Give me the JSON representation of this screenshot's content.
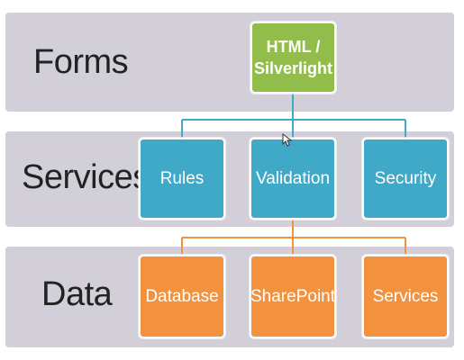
{
  "layers": [
    {
      "label": "Forms"
    },
    {
      "label": "Services"
    },
    {
      "label": "Data"
    }
  ],
  "forms": {
    "node": {
      "line1": "HTML /",
      "line2": "Silverlight"
    }
  },
  "services": {
    "nodes": [
      "Rules",
      "Validation",
      "Security"
    ]
  },
  "data": {
    "nodes": [
      "Database",
      "SharePoint",
      "Services"
    ]
  },
  "colors": {
    "band": "#d3cfd9",
    "forms_node": "#92bd4a",
    "services_node": "#40a9c7",
    "data_node": "#f2923f",
    "forms_connector": "#40a9c7",
    "data_connector": "#f2923f"
  },
  "icons": {
    "cursor": "mouse-pointer-icon"
  }
}
